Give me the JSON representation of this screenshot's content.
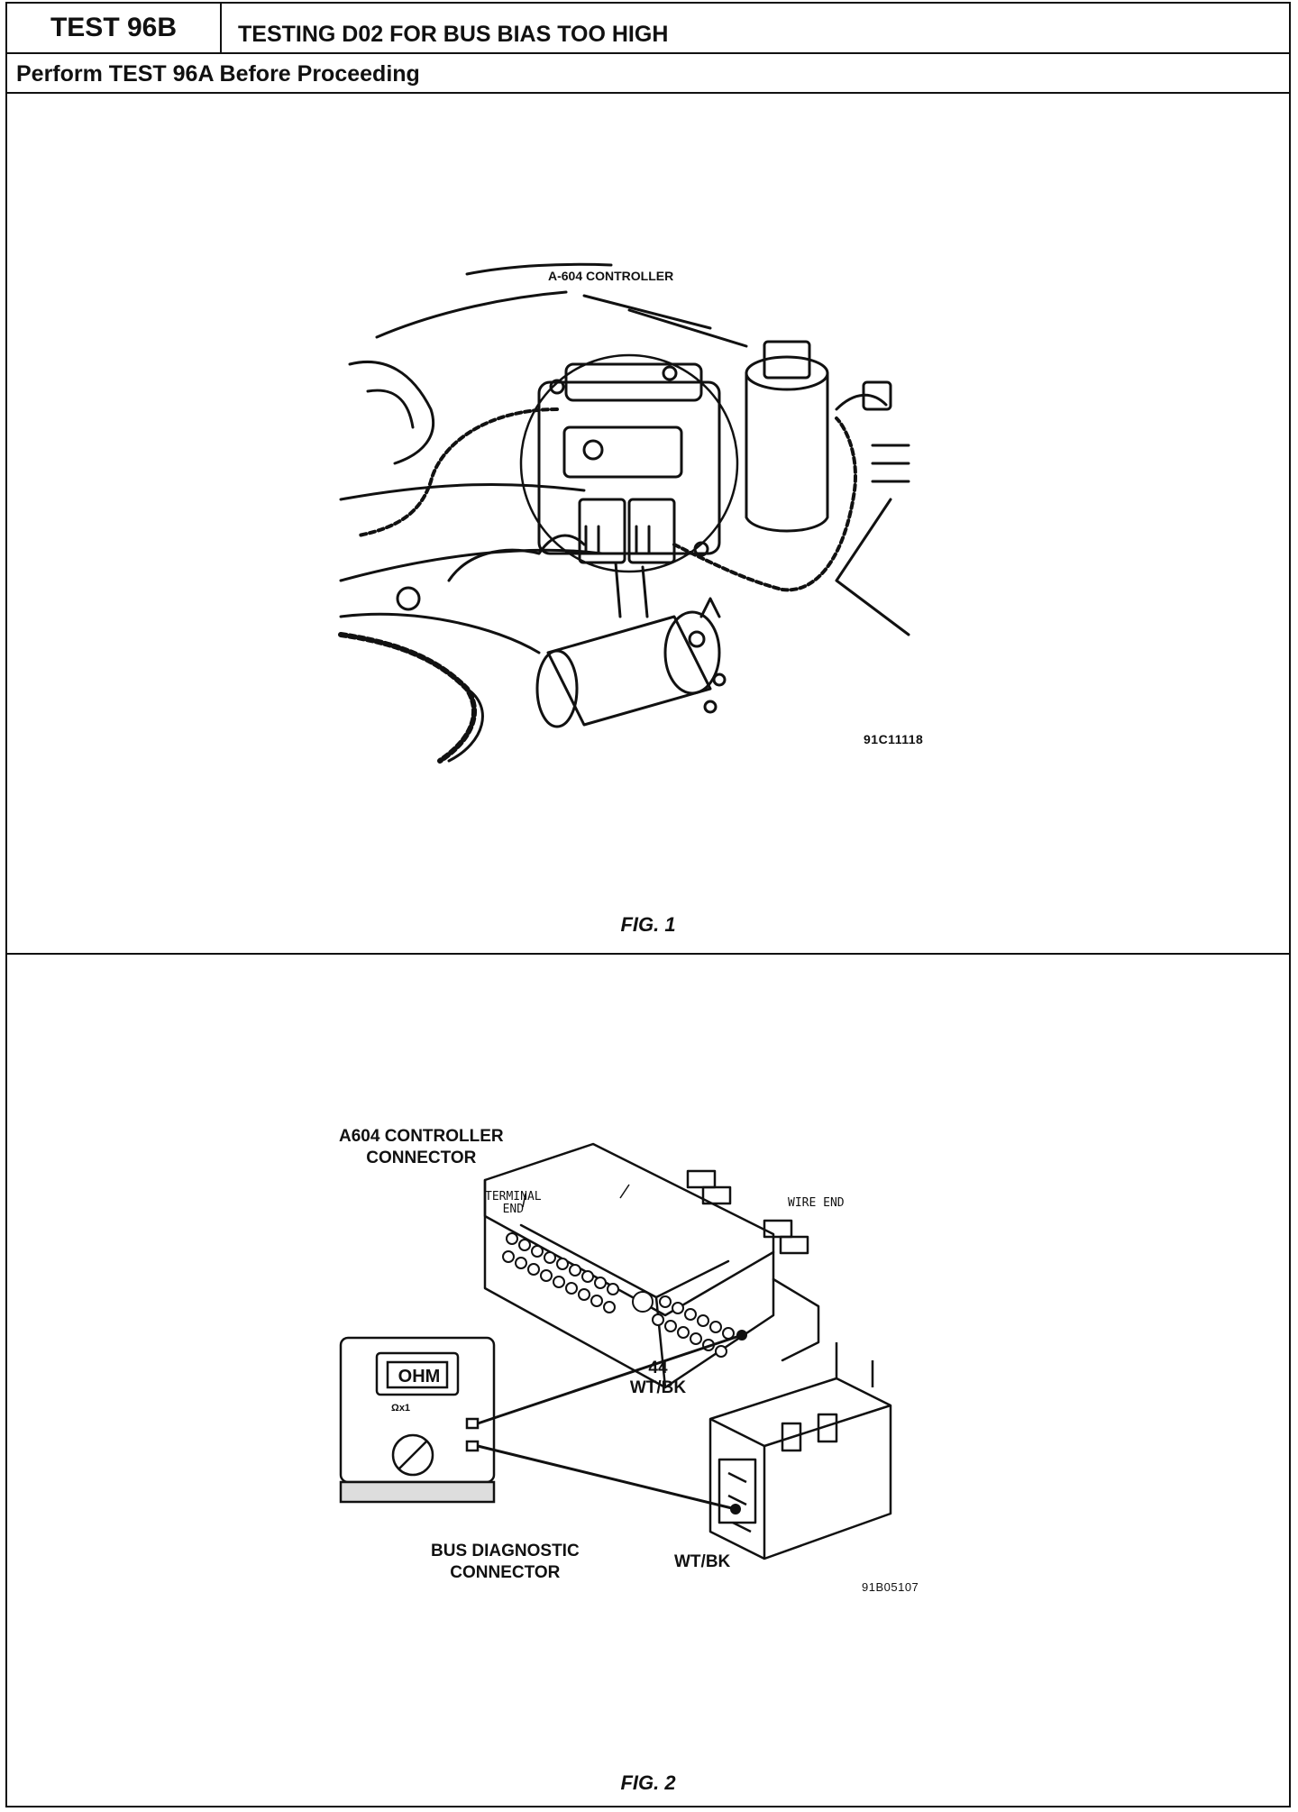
{
  "header": {
    "test_id": "TEST 96B",
    "title": "TESTING D02 FOR BUS BIAS TOO HIGH",
    "prerequisite": "Perform TEST 96A Before Proceeding"
  },
  "figure1": {
    "label": "A-604 CONTROLLER",
    "code": "91C11118",
    "caption": "FIG. 1"
  },
  "figure2": {
    "controller_connector_line1": "A604 CONTROLLER",
    "controller_connector_line2": "CONNECTOR",
    "terminal_end_line1": "TERMINAL",
    "terminal_end_line2": "END",
    "wire_end": "WIRE END",
    "meter_display": "OHM",
    "meter_range": "Ωx1",
    "pin_number": "44",
    "pin_wire": "WT/BK",
    "bus_connector_line1": "BUS DIAGNOSTIC",
    "bus_connector_line2": "CONNECTOR",
    "bus_wire": "WT/BK",
    "code": "91B05107",
    "caption": "FIG. 2"
  }
}
